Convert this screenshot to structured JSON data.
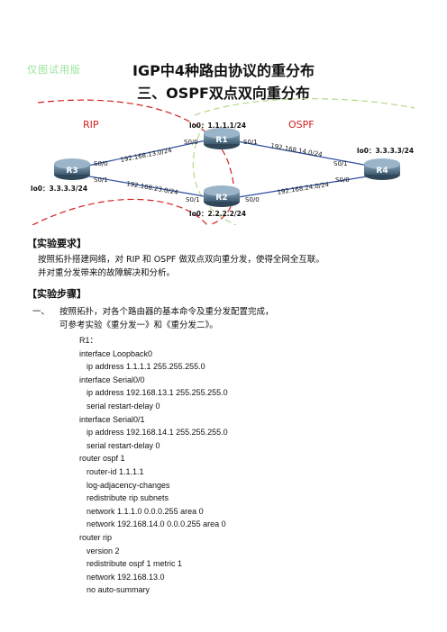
{
  "watermark": "仅图试用版",
  "title": {
    "line1": "IGP中4种路由协议的重分布",
    "line2": "三、OSPF双点双向重分布"
  },
  "topology": {
    "area_rip": "RIP",
    "area_ospf": "OSPF",
    "routers": {
      "r1": "R1",
      "r2": "R2",
      "r3": "R3",
      "r4": "R4"
    },
    "loopbacks": {
      "r1": "lo0：1.1.1.1/24",
      "r2": "lo0：2.2.2.2/24",
      "r3": "lo0：3.3.3.3/24",
      "r4": "lo0：3.3.3.3/24"
    },
    "links": {
      "r3_r1": "192.168.13.0/24",
      "r3_r2": "192.168.23.0/24",
      "r1_r4": "192.168.14.0/24",
      "r2_r4": "192.168.24.0/24"
    },
    "ports": {
      "r3_s00": "S0/0",
      "r3_s01": "S0/1",
      "r1_s00": "S0/0",
      "r1_s01": "S0/1",
      "r2_s01": "S0/1",
      "r2_s00": "S0/0",
      "r4_s01": "S0/1",
      "r4_s00": "S0/0"
    }
  },
  "requirements": {
    "heading": "【实验要求】",
    "line1": "按照拓扑搭建网络，对 RIP 和 OSPF 做双点双向重分发，使得全网全互联。",
    "line2": "并对重分发带来的故障解决和分析。"
  },
  "steps": {
    "heading": "【实验步骤】",
    "step1_num": "一、",
    "step1_line1": "按照拓扑，对各个路由器的基本命令及重分发配置完成，",
    "step1_line2": "可参考实验《重分发一》和《重分发二》。",
    "config": [
      "R1：",
      "interface Loopback0",
      "  ip address 1.1.1.1 255.255.255.0",
      "interface Serial0/0",
      "  ip address 192.168.13.1 255.255.255.0",
      "  serial restart-delay 0",
      "interface Serial0/1",
      "  ip address 192.168.14.1 255.255.255.0",
      "  serial restart-delay 0",
      "router ospf 1",
      "  router-id 1.1.1.1",
      "  log-adjacency-changes",
      "  redistribute rip subnets",
      "  network 1.1.1.0 0.0.0.255 area 0",
      "  network 192.168.14.0 0.0.0.255 area 0",
      "router rip",
      "  version 2",
      "  redistribute ospf 1 metric 1",
      "  network 192.168.13.0",
      "  no auto-summary"
    ]
  },
  "colors": {
    "rip_curve": "#d42020",
    "ospf_curve": "#b5d98a",
    "link": "#2b4ea0",
    "router_body": "#4e6f86",
    "watermark": "#9be39b"
  }
}
